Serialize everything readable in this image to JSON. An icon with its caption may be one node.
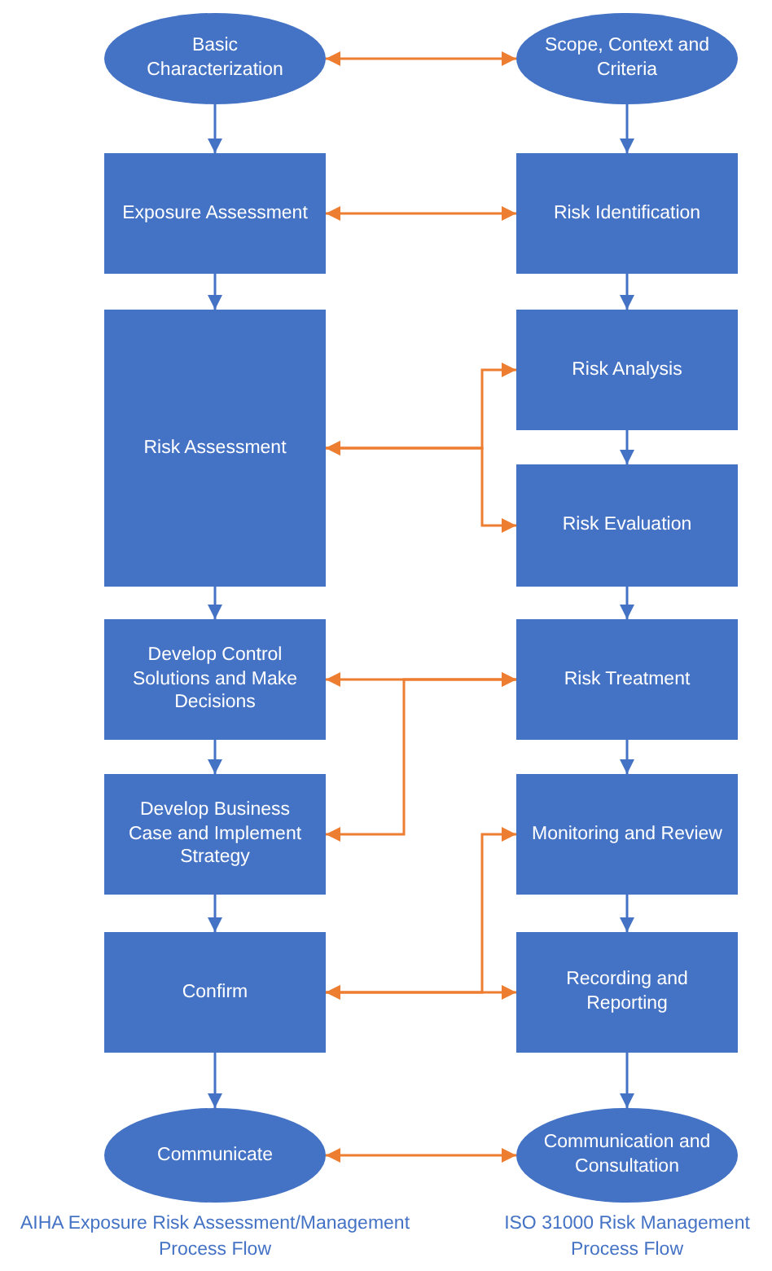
{
  "diagram": {
    "nodes": [
      {
        "text": [
          "Basic Characterization"
        ]
      },
      {
        "text": [
          "Scope, Context and Criteria"
        ]
      },
      {
        "text": [
          "Exposure Assessment"
        ]
      },
      {
        "text": [
          "Risk Identification"
        ]
      },
      {
        "text": [
          "Risk Assessment"
        ]
      },
      {
        "text": [
          "Risk Analysis"
        ]
      },
      {
        "text": [
          "Risk Evaluation"
        ]
      },
      {
        "text": [
          "Develop Control Solutions and Make Decisions"
        ]
      },
      {
        "text": [
          "Risk Treatment"
        ]
      },
      {
        "text": [
          "Develop Business Case and Implement Strategy"
        ]
      },
      {
        "text": [
          "Monitoring and Review"
        ]
      },
      {
        "text": [
          "Confirm"
        ]
      },
      {
        "text": [
          "Recording and Reporting"
        ]
      },
      {
        "text": [
          "Communicate"
        ]
      },
      {
        "text": [
          "Communication and Consultation"
        ]
      }
    ],
    "edges": [
      {
        "from": 0,
        "to": 2,
        "arrow": "to"
      },
      {
        "from": 2,
        "to": 4,
        "arrow": "to"
      },
      {
        "from": 4,
        "to": 7,
        "arrow": "to"
      },
      {
        "from": 7,
        "to": 9,
        "arrow": "to"
      },
      {
        "from": 9,
        "to": 11,
        "arrow": "to"
      },
      {
        "from": 11,
        "to": 13,
        "arrow": "to"
      },
      {
        "from": 1,
        "to": 3,
        "arrow": "to"
      },
      {
        "from": 3,
        "to": 5,
        "arrow": "to"
      },
      {
        "from": 5,
        "to": 6,
        "arrow": "to"
      },
      {
        "from": 6,
        "to": 8,
        "arrow": "to"
      },
      {
        "from": 8,
        "to": 10,
        "arrow": "to"
      },
      {
        "from": 10,
        "to": 12,
        "arrow": "to"
      },
      {
        "from": 12,
        "to": 14,
        "arrow": "to"
      },
      {
        "from": 0,
        "to": 1,
        "arrow": "both",
        "color": "#ed7d31"
      },
      {
        "from": 2,
        "to": 3,
        "arrow": "both",
        "color": "#ed7d31"
      },
      {
        "from": 4,
        "to": 5,
        "arrow": "both",
        "color": "#ed7d31"
      },
      {
        "from": 4,
        "to": 6,
        "arrow": "both",
        "color": "#ed7d31"
      },
      {
        "from": 8,
        "to": 7,
        "arrow": "both",
        "color": "#ed7d31"
      },
      {
        "from": 8,
        "to": 9,
        "arrow": "both",
        "color": "#ed7d31"
      },
      {
        "from": 11,
        "to": 10,
        "arrow": "both",
        "color": "#ed7d31"
      },
      {
        "from": 11,
        "to": 12,
        "arrow": "both",
        "color": "#ed7d31"
      },
      {
        "from": 13,
        "to": 14,
        "arrow": "both",
        "color": "#ed7d31"
      }
    ],
    "labels": [
      "AIHA Exposure Risk Assessment/Management Process Flow",
      "ISO 31000 Risk Management Process Flow"
    ]
  }
}
